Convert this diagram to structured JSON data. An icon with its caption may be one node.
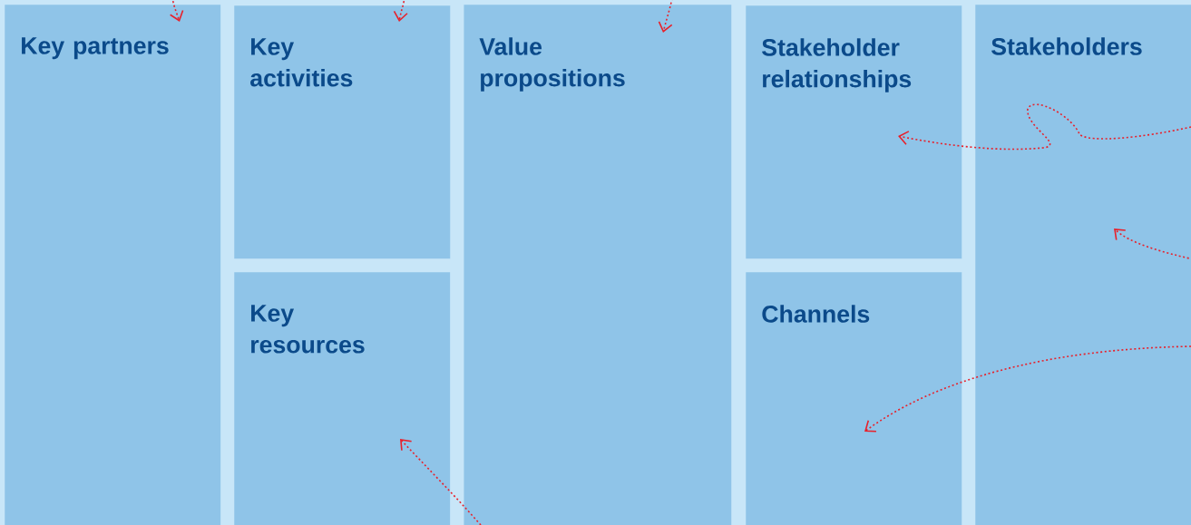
{
  "diagram": {
    "nodes": [
      {
        "text": [
          "Key partners"
        ]
      },
      {
        "text": [
          "Key activities"
        ]
      },
      {
        "text": [
          "Key resources"
        ]
      },
      {
        "text": [
          "Value propositions"
        ]
      },
      {
        "text": [
          "Stakeholder relationships"
        ]
      },
      {
        "text": [
          "Channels"
        ]
      },
      {
        "text": [
          "Stakeholders"
        ]
      }
    ],
    "edges": [
      {
        "from": null,
        "to": 0,
        "arrow": "to",
        "style": "dashed"
      },
      {
        "from": null,
        "to": 1,
        "arrow": "to",
        "style": "dashed"
      },
      {
        "from": null,
        "to": 3,
        "arrow": "to",
        "style": "dashed"
      },
      {
        "from": 6,
        "to": 4,
        "arrow": "to",
        "style": "dashed"
      },
      {
        "from": null,
        "to": 6,
        "arrow": "to",
        "style": "dashed"
      },
      {
        "from": 6,
        "to": 5,
        "arrow": "to",
        "style": "dashed"
      },
      {
        "from": 3,
        "to": 2,
        "arrow": "to",
        "style": "dashed"
      }
    ]
  }
}
